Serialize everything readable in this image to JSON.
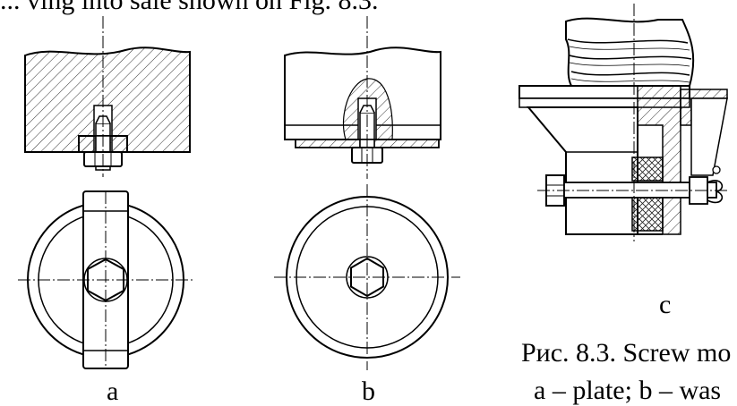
{
  "text": {
    "top_line": "... ving into sale shown on Fig. 8.3.",
    "label_a": "a",
    "label_b": "b",
    "label_c": "c",
    "caption_line1": "Рис. 8.3. Screw mo",
    "caption_line2": "a – plate; b – was"
  },
  "colors": {
    "line": "#000000",
    "hatch": "#333333",
    "background": "#ffffff"
  }
}
